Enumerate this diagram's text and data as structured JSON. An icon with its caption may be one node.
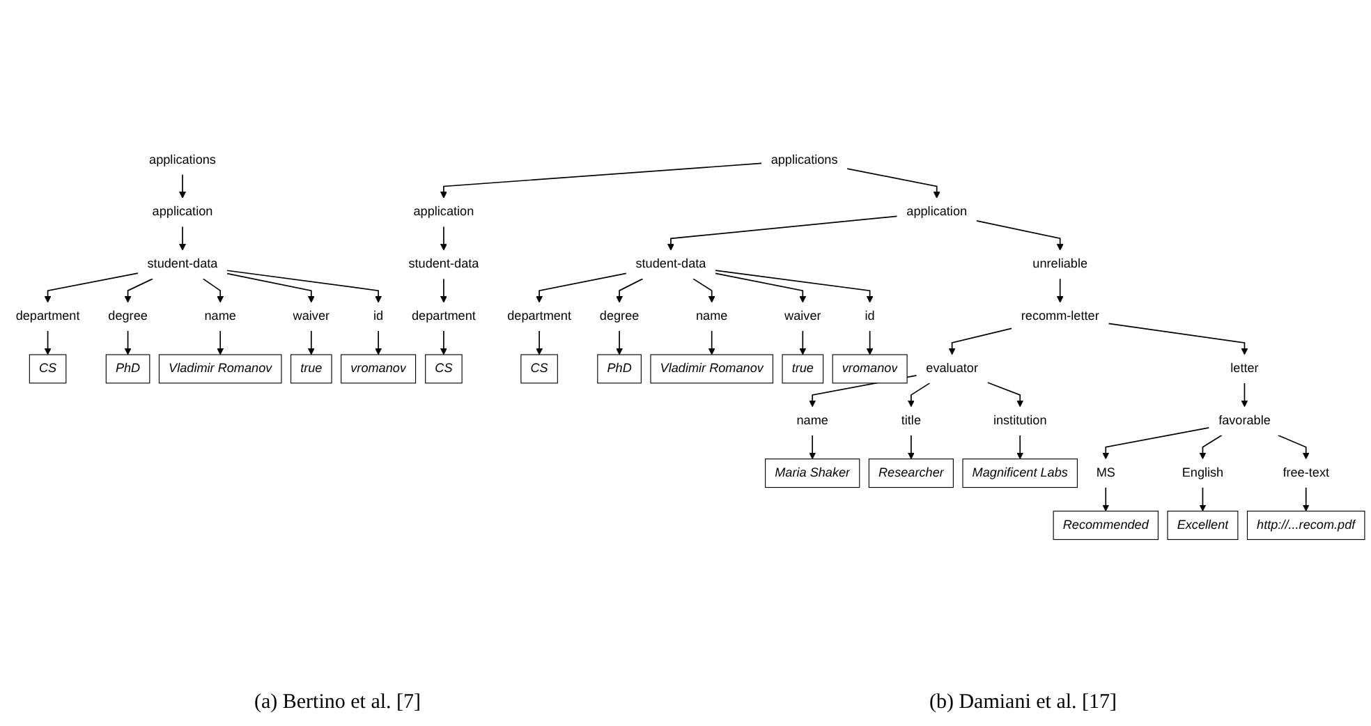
{
  "diagram": {
    "nodes": [
      {
        "text": [
          "applications"
        ]
      },
      {
        "text": [
          "application"
        ]
      },
      {
        "text": [
          "student-data"
        ]
      },
      {
        "text": [
          "department"
        ]
      },
      {
        "text": [
          "degree"
        ]
      },
      {
        "text": [
          "name"
        ]
      },
      {
        "text": [
          "waiver"
        ]
      },
      {
        "text": [
          "id"
        ]
      },
      {
        "text": [
          "CS"
        ]
      },
      {
        "text": [
          "PhD"
        ]
      },
      {
        "text": [
          "Vladimir Romanov"
        ]
      },
      {
        "text": [
          "true"
        ]
      },
      {
        "text": [
          "vromanov"
        ]
      },
      {
        "text": [
          "applications"
        ]
      },
      {
        "text": [
          "application"
        ]
      },
      {
        "text": [
          "application"
        ]
      },
      {
        "text": [
          "student-data"
        ]
      },
      {
        "text": [
          "department"
        ]
      },
      {
        "text": [
          "CS"
        ]
      },
      {
        "text": [
          "student-data"
        ]
      },
      {
        "text": [
          "department"
        ]
      },
      {
        "text": [
          "degree"
        ]
      },
      {
        "text": [
          "name"
        ]
      },
      {
        "text": [
          "waiver"
        ]
      },
      {
        "text": [
          "id"
        ]
      },
      {
        "text": [
          "unreliable"
        ]
      },
      {
        "text": [
          "CS"
        ]
      },
      {
        "text": [
          "PhD"
        ]
      },
      {
        "text": [
          "Vladimir Romanov"
        ]
      },
      {
        "text": [
          "true"
        ]
      },
      {
        "text": [
          "vromanov"
        ]
      },
      {
        "text": [
          "recomm-letter"
        ]
      },
      {
        "text": [
          "evaluator"
        ]
      },
      {
        "text": [
          "letter"
        ]
      },
      {
        "text": [
          "name"
        ]
      },
      {
        "text": [
          "title"
        ]
      },
      {
        "text": [
          "institution"
        ]
      },
      {
        "text": [
          "favorable"
        ]
      },
      {
        "text": [
          "Maria Shaker"
        ]
      },
      {
        "text": [
          "Researcher"
        ]
      },
      {
        "text": [
          "Magnificent Labs"
        ]
      },
      {
        "text": [
          "MS"
        ]
      },
      {
        "text": [
          "English"
        ]
      },
      {
        "text": [
          "free-text"
        ]
      },
      {
        "text": [
          "Excellent"
        ]
      },
      {
        "text": [
          "Recommended"
        ]
      },
      {
        "text": [
          "http://...recom.pdf"
        ]
      }
    ],
    "edges": [
      {
        "from": 0,
        "to": 1,
        "arrow": "to"
      },
      {
        "from": 1,
        "to": 2,
        "arrow": "to"
      },
      {
        "from": 2,
        "to": 3,
        "arrow": "to"
      },
      {
        "from": 2,
        "to": 4,
        "arrow": "to"
      },
      {
        "from": 2,
        "to": 5,
        "arrow": "to"
      },
      {
        "from": 2,
        "to": 6,
        "arrow": "to"
      },
      {
        "from": 2,
        "to": 7,
        "arrow": "to"
      },
      {
        "from": 3,
        "to": 8,
        "arrow": "to"
      },
      {
        "from": 4,
        "to": 9,
        "arrow": "to"
      },
      {
        "from": 5,
        "to": 10,
        "arrow": "to"
      },
      {
        "from": 6,
        "to": 11,
        "arrow": "to"
      },
      {
        "from": 7,
        "to": 12,
        "arrow": "to"
      },
      {
        "from": 13,
        "to": 14,
        "arrow": "to"
      },
      {
        "from": 13,
        "to": 15,
        "arrow": "to"
      },
      {
        "from": 14,
        "to": 16,
        "arrow": "to"
      },
      {
        "from": 16,
        "to": 17,
        "arrow": "to"
      },
      {
        "from": 17,
        "to": 18,
        "arrow": "to"
      },
      {
        "from": 15,
        "to": 19,
        "arrow": "to"
      },
      {
        "from": 15,
        "to": 25,
        "arrow": "to"
      },
      {
        "from": 19,
        "to": 20,
        "arrow": "to"
      },
      {
        "from": 19,
        "to": 21,
        "arrow": "to"
      },
      {
        "from": 19,
        "to": 22,
        "arrow": "to"
      },
      {
        "from": 19,
        "to": 23,
        "arrow": "to"
      },
      {
        "from": 19,
        "to": 24,
        "arrow": "to"
      },
      {
        "from": 20,
        "to": 26,
        "arrow": "to"
      },
      {
        "from": 21,
        "to": 27,
        "arrow": "to"
      },
      {
        "from": 22,
        "to": 28,
        "arrow": "to"
      },
      {
        "from": 23,
        "to": 29,
        "arrow": "to"
      },
      {
        "from": 24,
        "to": 30,
        "arrow": "to"
      },
      {
        "from": 25,
        "to": 31,
        "arrow": "to"
      },
      {
        "from": 31,
        "to": 32,
        "arrow": "to"
      },
      {
        "from": 31,
        "to": 33,
        "arrow": "to"
      },
      {
        "from": 32,
        "to": 34,
        "arrow": "to"
      },
      {
        "from": 32,
        "to": 35,
        "arrow": "to"
      },
      {
        "from": 32,
        "to": 36,
        "arrow": "to"
      },
      {
        "from": 33,
        "to": 37,
        "arrow": "to"
      },
      {
        "from": 34,
        "to": 38,
        "arrow": "to"
      },
      {
        "from": 35,
        "to": 39,
        "arrow": "to"
      },
      {
        "from": 36,
        "to": 40,
        "arrow": "to"
      },
      {
        "from": 37,
        "to": 41,
        "arrow": "to"
      },
      {
        "from": 37,
        "to": 42,
        "arrow": "to"
      },
      {
        "from": 37,
        "to": 43,
        "arrow": "to"
      },
      {
        "from": 41,
        "to": 45,
        "arrow": "to"
      },
      {
        "from": 42,
        "to": 44,
        "arrow": "to"
      },
      {
        "from": 43,
        "to": 46,
        "arrow": "to"
      }
    ],
    "labels": [
      "(a) Bertino et al. [7]",
      "(b) Damiani et al. [17]"
    ]
  }
}
